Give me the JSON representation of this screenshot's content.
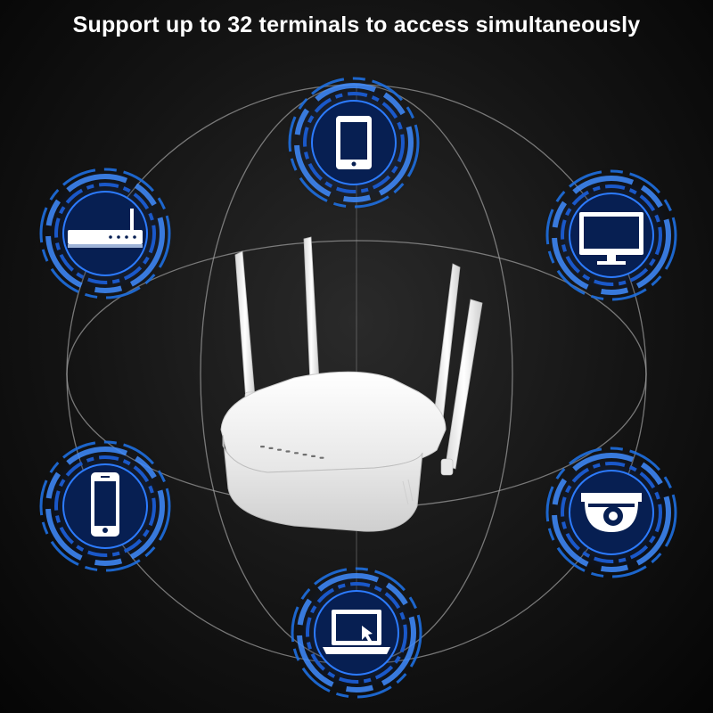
{
  "headline": "Support up to 32 terminals to access simultaneously",
  "colors": {
    "background": "#0c0c0c",
    "headline_text": "#ffffff",
    "ring_blue": "#1e6fe0",
    "ring_glow": "#3f8cff",
    "icon_white": "#ffffff",
    "globe_lines": "#bfbfbf",
    "router_body": "#f4f4f4",
    "router_leds": "#7a7a7a"
  },
  "terminals": [
    {
      "name": "tablet",
      "icon": "tablet-icon"
    },
    {
      "name": "desktop-monitor",
      "icon": "monitor-icon"
    },
    {
      "name": "security-camera",
      "icon": "camera-icon"
    },
    {
      "name": "laptop",
      "icon": "laptop-icon"
    },
    {
      "name": "smartphone",
      "icon": "smartphone-icon"
    },
    {
      "name": "set-top-box",
      "icon": "set-top-box-icon"
    }
  ],
  "router": {
    "antennas": 4,
    "led_count": 8
  }
}
